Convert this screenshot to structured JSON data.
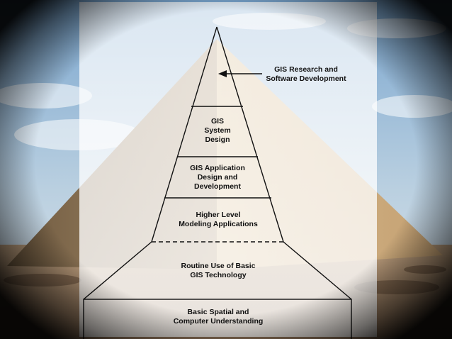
{
  "diagram": {
    "tiers": [
      {
        "id": "basic",
        "label": "Basic Spatial and\nComputer Understanding"
      },
      {
        "id": "routine",
        "label": "Routine Use of Basic\nGIS Technology"
      },
      {
        "id": "higher",
        "label": "Higher Level\nModeling Applications"
      },
      {
        "id": "appdesign",
        "label": "GIS Application\nDesign and\nDevelopment"
      },
      {
        "id": "sysdesign",
        "label": "GIS\nSystem\nDesign"
      },
      {
        "id": "research",
        "label": "GIS Research and\nSoftware Development"
      }
    ]
  },
  "colors": {
    "sky_top": "#8fb6d8",
    "sky_bottom": "#d8e4ec",
    "ground": "#b39677",
    "pyramid_stone": "#c9a77a",
    "overlay": "#ffffff",
    "line": "#111111"
  }
}
